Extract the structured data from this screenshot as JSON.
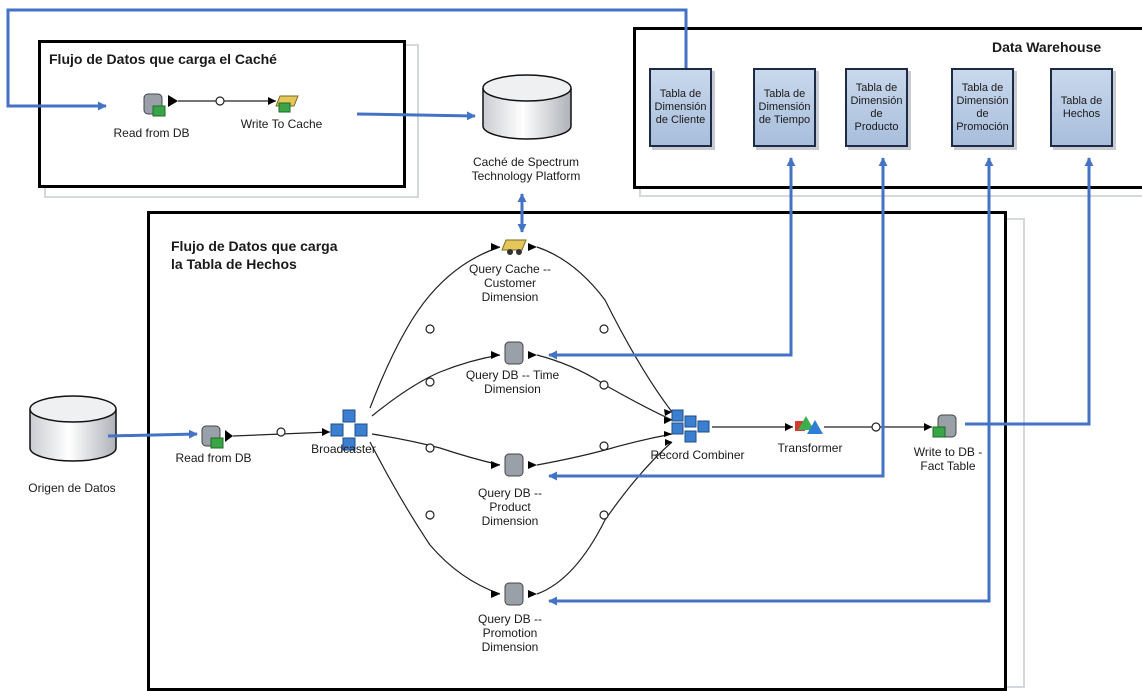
{
  "cache_flow": {
    "title": "Flujo de Datos que carga el Caché",
    "read_label": "Read from DB",
    "write_label": "Write To Cache"
  },
  "cache_store": {
    "label": "Caché de Spectrum\nTechnology Platform"
  },
  "warehouse": {
    "title": "Data Warehouse",
    "tables": [
      "Tabla de\nDimensión\nde Cliente",
      "Tabla de\nDimensión\nde Tiempo",
      "Tabla de\nDimensión\nde\nProducto",
      "Tabla de\nDimensión\nde\nPromoción",
      "Tabla de\nHechos"
    ]
  },
  "fact_flow": {
    "title": "Flujo de Datos que carga\nla Tabla de Hechos",
    "read_label": "Read from DB",
    "broadcaster_label": "Broadcaster",
    "query_cache_label": "Query Cache --\nCustomer\nDimension",
    "query_time_label": "Query DB -- Time\nDimension",
    "query_product_label": "Query DB --\nProduct\nDimension",
    "query_promotion_label": "Query DB --\nPromotion\nDimension",
    "combiner_label": "Record Combiner",
    "transformer_label": "Transformer",
    "write_label": "Write to DB -\nFact Table"
  },
  "source": {
    "label": "Origen de Datos"
  },
  "colors": {
    "arrow": "#4472c4",
    "table_fill": "#b8cae4",
    "border": "#000000"
  }
}
